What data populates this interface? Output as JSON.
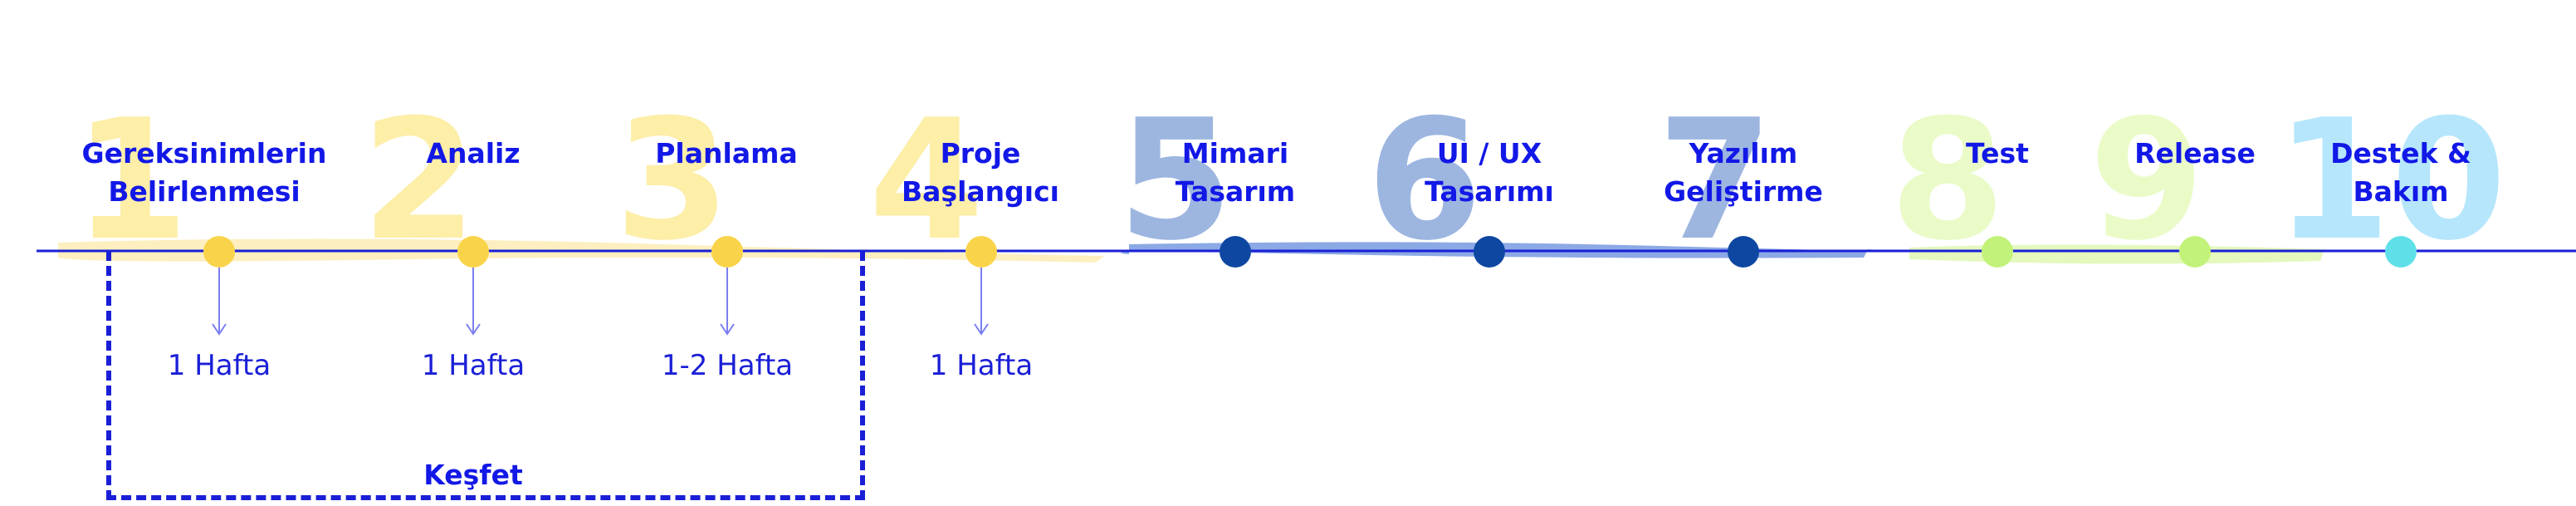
{
  "stages": [
    {
      "num": "1",
      "line1": "Gereksinimlerin",
      "line2": "Belirlenmesi",
      "duration": "1 Hafta",
      "num_color": "#fdeea8",
      "dot_color": "#f9d44a"
    },
    {
      "num": "2",
      "line1": "",
      "line2": "Analiz",
      "duration": "1 Hafta",
      "num_color": "#fdeea8",
      "dot_color": "#f9d44a"
    },
    {
      "num": "3",
      "line1": "",
      "line2": "Planlama",
      "duration": "1-2 Hafta",
      "num_color": "#fdeea8",
      "dot_color": "#f9d44a"
    },
    {
      "num": "4",
      "line1": "Proje",
      "line2": "Başlangıcı",
      "duration": "1 Hafta",
      "num_color": "#fdeea8",
      "dot_color": "#f9d44a"
    },
    {
      "num": "5",
      "line1": "Mimari",
      "line2": "Tasarım",
      "duration": "",
      "num_color": "#9db6e0",
      "dot_color": "#0d47a1"
    },
    {
      "num": "6",
      "line1": "UI / UX",
      "line2": "Tasarımı",
      "duration": "",
      "num_color": "#9db6e0",
      "dot_color": "#0d47a1"
    },
    {
      "num": "7",
      "line1": "Yazılım",
      "line2": "Geliştirme",
      "duration": "",
      "num_color": "#9db6e0",
      "dot_color": "#0d47a1"
    },
    {
      "num": "8",
      "line1": "",
      "line2": "Test",
      "duration": "",
      "num_color": "#eafbc8",
      "dot_color": "#c2f27a"
    },
    {
      "num": "9",
      "line1": "",
      "line2": "Release",
      "duration": "",
      "num_color": "#eafbc8",
      "dot_color": "#c2f27a"
    },
    {
      "num": "10",
      "line1": "Destek &",
      "line2": "Bakım",
      "duration": "",
      "num_color": "#b6e6fb",
      "dot_color": "#5fe0e8"
    }
  ],
  "group": {
    "label": "Keşfet"
  },
  "colors": {
    "timeline": "#1a1fd6",
    "label": "#1218e6",
    "arrow": "#7b7ff0",
    "brush_yellow": "#fbe28a",
    "brush_blue": "#3d6fd3",
    "brush_green": "#dcf5a8"
  }
}
